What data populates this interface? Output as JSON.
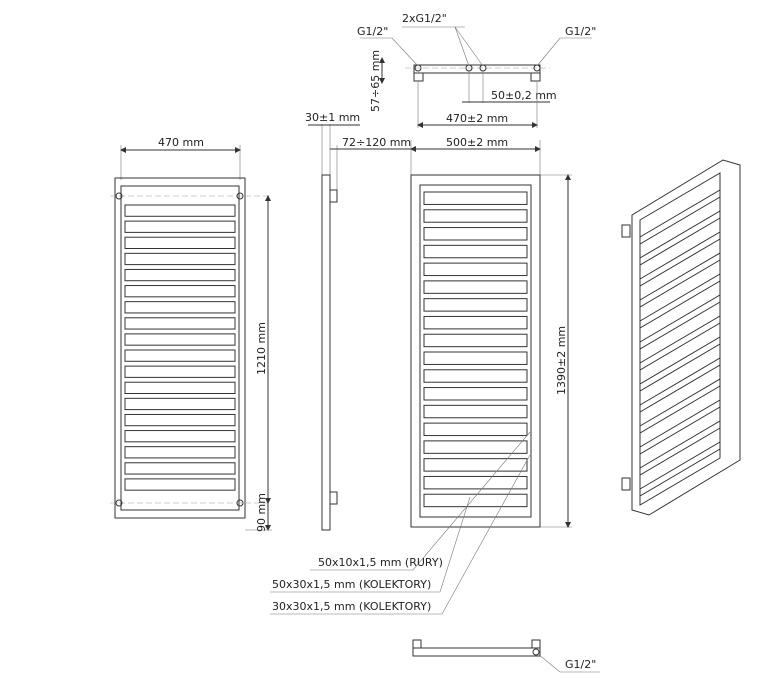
{
  "top_view": {
    "g_left": "G1/2\"",
    "g_mid": "2xG1/2\"",
    "g_right": "G1/2\"",
    "depth": "57÷65 mm",
    "spacing": "50±0,2 mm",
    "width": "470±2 mm"
  },
  "front_left": {
    "width": "470 mm",
    "height": "1210 mm",
    "bottom": "90 mm"
  },
  "side_view": {
    "depth": "30±1 mm",
    "wall": "72÷120 mm"
  },
  "front_right": {
    "width": "500±2 mm",
    "height": "1390±2 mm"
  },
  "labels": {
    "rails": "50x10x1,5 mm (RURY)",
    "collector_a": "50x30x1,5 mm (KOLEKTORY)",
    "collector_b": "30x30x1,5 mm (KOLEKTORY)"
  },
  "bottom_view": {
    "g": "G1/2\""
  },
  "rail_count": 18
}
